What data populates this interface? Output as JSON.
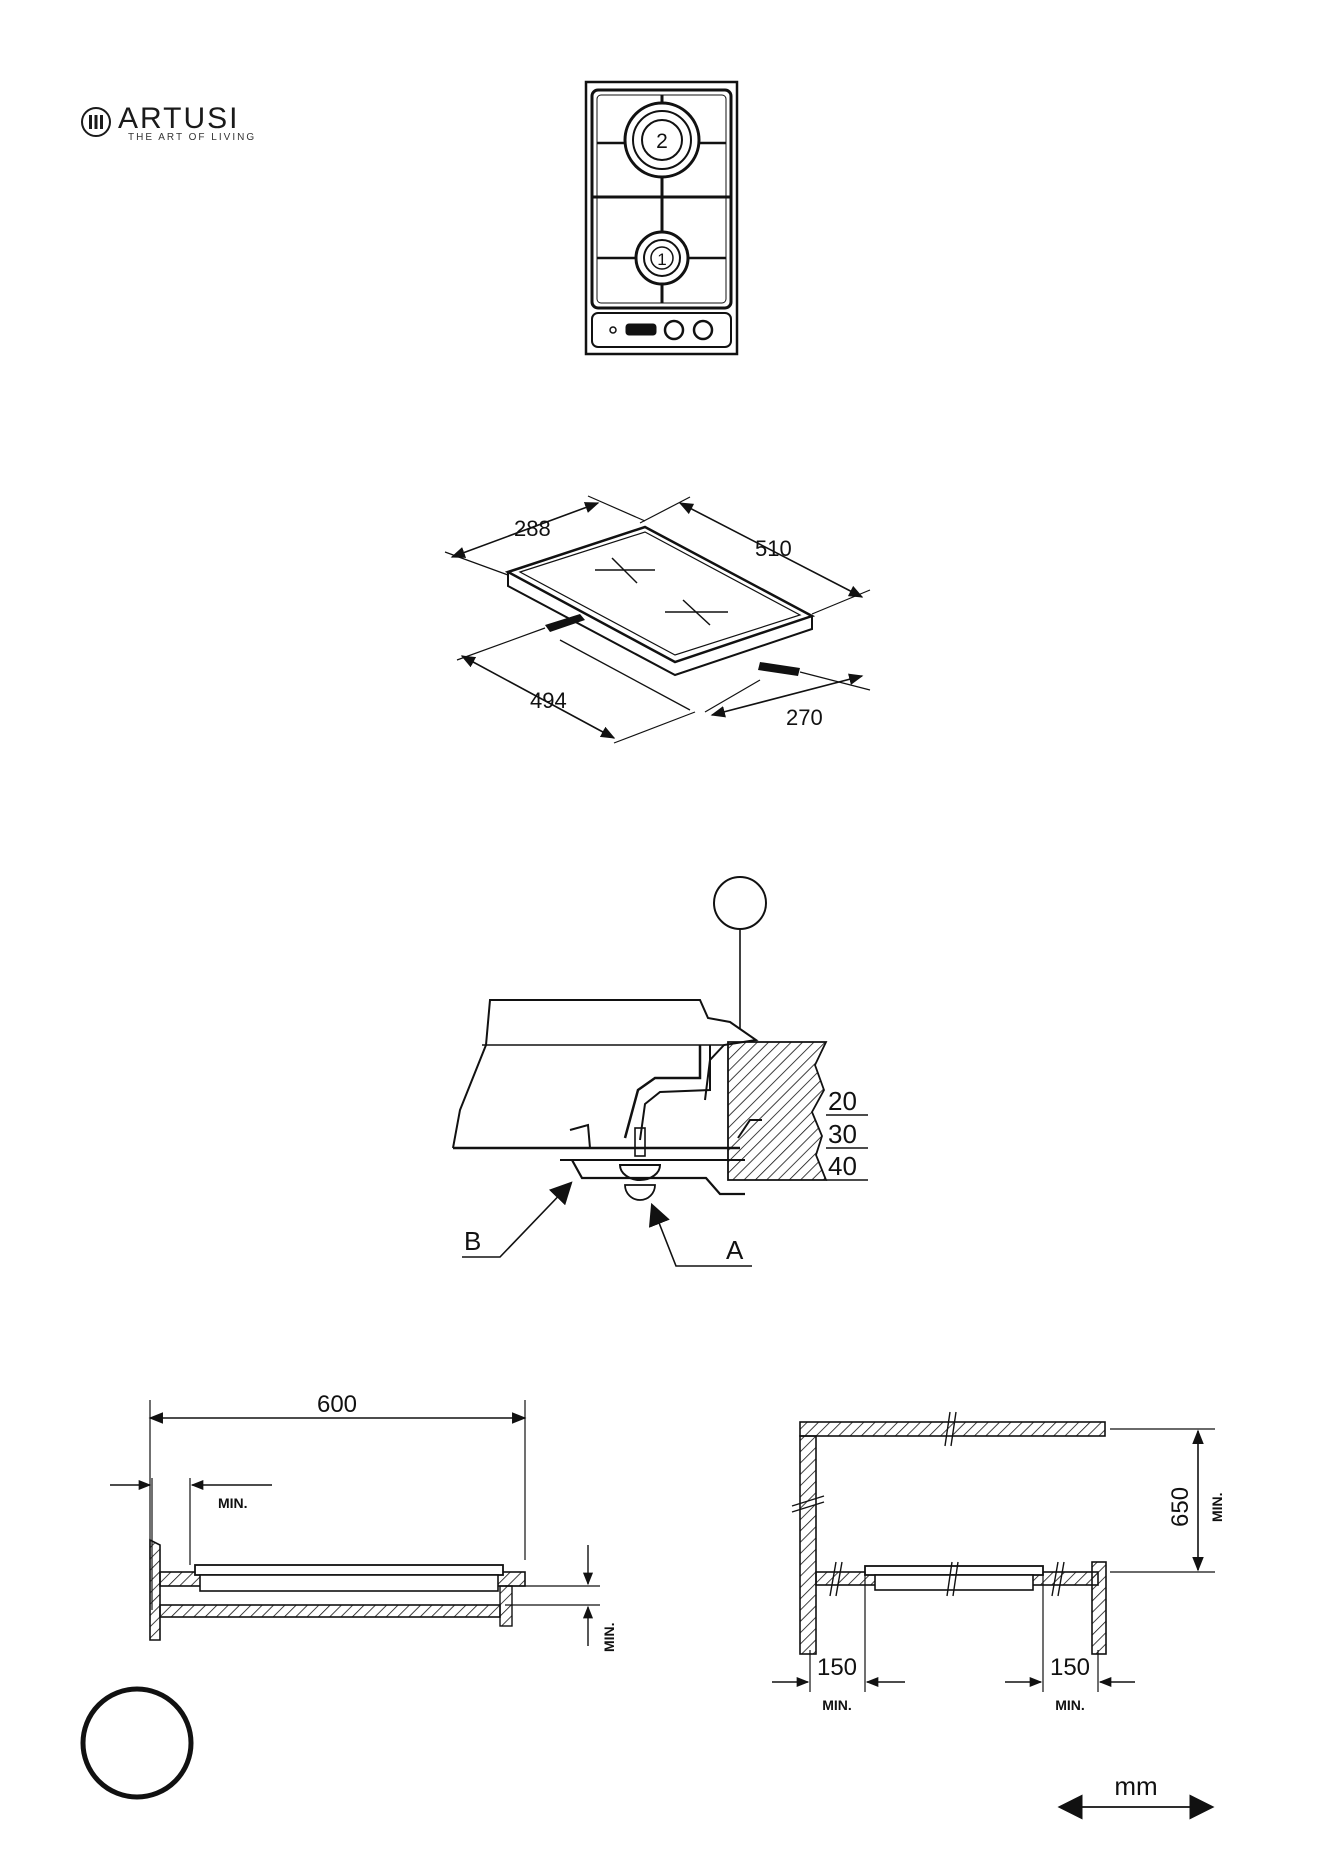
{
  "brand": {
    "name": "ARTUSI",
    "tagline": "THE ART OF LIVING"
  },
  "hob_top_view": {
    "burners": [
      "2",
      "1"
    ]
  },
  "overall_dimensions": {
    "depth_top": "288",
    "length_top": "510",
    "cutout_length": "494",
    "cutout_depth": "270"
  },
  "fixing_section": {
    "thickness_labels": [
      "20",
      "30",
      "40"
    ],
    "bracket_label_b": "B",
    "screw_label_a": "A"
  },
  "side_clearance": {
    "width": "600",
    "min_left": "MIN.",
    "min_bottom": "MIN."
  },
  "wall_clearance": {
    "height": "650",
    "height_min": "MIN.",
    "side_left": "150",
    "side_left_min": "MIN.",
    "side_right": "150",
    "side_right_min": "MIN."
  },
  "units": "mm"
}
